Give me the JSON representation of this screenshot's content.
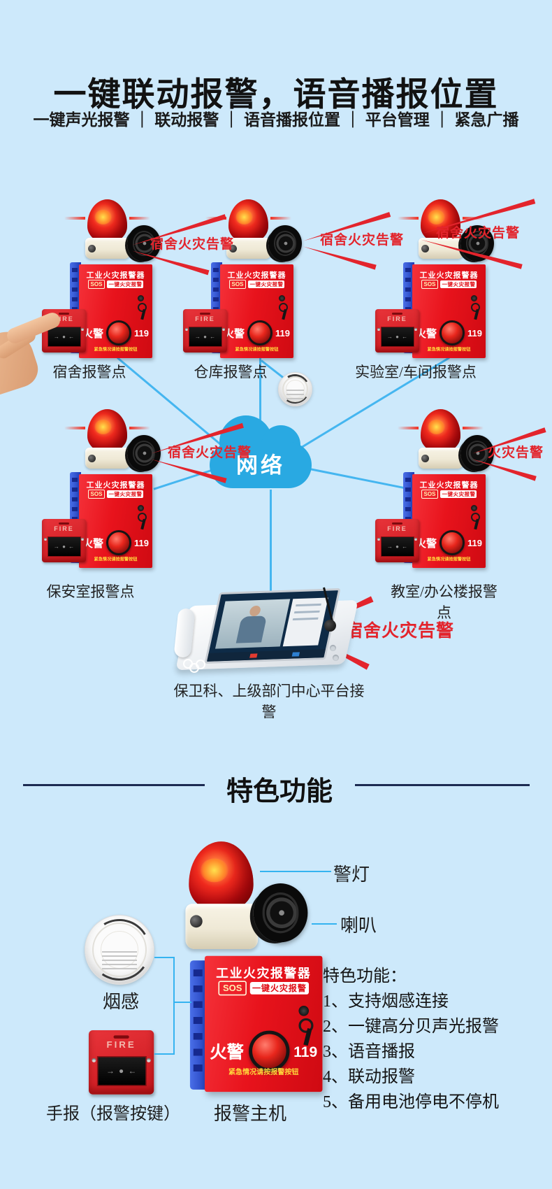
{
  "header": {
    "title": "一键联动报警，语音播报位置",
    "subtitle": "一键声光报警 ｜ 联动报警 ｜ 语音播报位置 ｜ 平台管理 ｜ 紧急广播"
  },
  "device_texts": {
    "brand": "工业火灾报警器",
    "sos": "SOS",
    "sos_sub": "一键火灾报警",
    "fire_cn": "火警",
    "fire_num": "119",
    "press_note": "紧急情况请按报警按钮",
    "fire_en": "FIRE",
    "panel_arrows": "→ ● ←"
  },
  "diagram": {
    "cloud_label": "网络",
    "stations": [
      {
        "label": "宿舍报警点",
        "annotation": "宿舍火灾告警"
      },
      {
        "label": "仓库报警点",
        "annotation": "宿舍火灾告警"
      },
      {
        "label": "实验室/车间报警点",
        "annotation": "宿舍火灾告警"
      },
      {
        "label": "保安室报警点",
        "annotation": "宿舍火灾告警"
      },
      {
        "label": "教室/办公楼报警点",
        "annotation": "火灾告警"
      }
    ],
    "platform": {
      "label": "保卫科、上级部门中心平台接警",
      "annotation": "宿舍火灾告警"
    }
  },
  "features": {
    "divider_title": "特色功能",
    "list_heading": "特色功能：",
    "items": [
      "1、支持烟感连接",
      "2、一键高分贝声光报警",
      "3、语音播报",
      "4、联动报警",
      "5、备用电池停电不停机"
    ],
    "callouts": {
      "beacon": "警灯",
      "horn": "喇叭",
      "smoke": "烟感",
      "manual_button": "手报（报警按键）",
      "host": "报警主机"
    }
  },
  "colors": {
    "background": "#cde9fb",
    "alert_red": "#e3242c",
    "device_red": "#e8131c",
    "cloud_blue": "#29a9e2",
    "line_blue": "#45b6f0",
    "divider_navy": "#1c2b52"
  }
}
